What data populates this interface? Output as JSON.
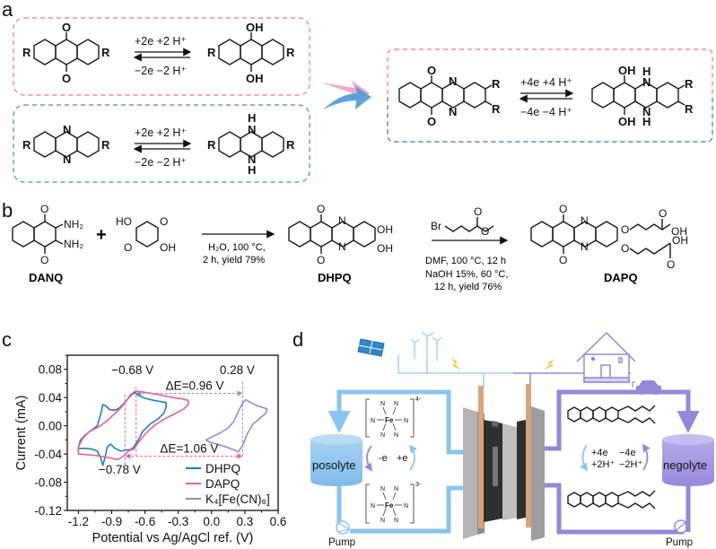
{
  "panels": {
    "a": {
      "letter": "a",
      "quinone_reaction": {
        "ox_atoms": [
          "O",
          "O"
        ],
        "red_atoms": [
          "OH",
          "OH"
        ],
        "substituent": "R",
        "forward": "+2e  +2 H⁺",
        "reverse": "−2e  −2 H⁺"
      },
      "phenazine_reaction": {
        "ox_atoms": [
          "N",
          "N"
        ],
        "red_atoms": [
          "H",
          "N",
          "N",
          "H"
        ],
        "substituent": "R",
        "forward": "+2e  +2 H⁺",
        "reverse": "−2e  −2 H⁺"
      },
      "combined_reaction": {
        "ox_atoms": [
          "O",
          "O",
          "N",
          "N"
        ],
        "red_atoms": [
          "OH",
          "OH",
          "H",
          "N",
          "N",
          "H"
        ],
        "substituent": "R",
        "forward": "+4e  +4 H⁺",
        "reverse": "−4e  −4 H⁺"
      }
    },
    "b": {
      "letter": "b",
      "reactant1": {
        "name": "DANQ",
        "groups": [
          "O",
          "O",
          "NH₂",
          "NH₂"
        ]
      },
      "plus": "+",
      "reactant2": {
        "groups": [
          "HO",
          "O",
          "O",
          "OH"
        ]
      },
      "step1": {
        "line1": "H₂O, 100 °C,",
        "line2": "2 h, yield 79%"
      },
      "intermediate": {
        "name": "DHPQ",
        "groups": [
          "O",
          "O",
          "N",
          "N",
          "OH",
          "OH"
        ]
      },
      "reagent": {
        "atoms": [
          "Br",
          "O",
          "O"
        ]
      },
      "step2": {
        "line1": "DMF, 100 °C, 12 h",
        "line2": "NaOH 15%, 60 °C,",
        "line3": "12 h, yield 76%"
      },
      "product": {
        "name": "DAPQ",
        "groups": [
          "O",
          "O",
          "N",
          "N",
          "O",
          "O",
          "O",
          "OH",
          "O",
          "OH"
        ]
      }
    },
    "c": {
      "letter": "c"
    },
    "d": {
      "letter": "d",
      "posolyte": "posolyte",
      "negolyte": "negolyte",
      "pump_left": "Pump",
      "pump_right": "Pump",
      "fe_top_charge": "4-",
      "fe_bottom_charge": "3-",
      "fe_center": "Fe",
      "fe_ligand": "N",
      "pos_ox": "-e",
      "pos_red": "+e",
      "neg_fwd_1": "+4e",
      "neg_fwd_2": "+2H⁺",
      "neg_rev_1": "−4e",
      "neg_rev_2": "−2H⁺",
      "icons": [
        "solar-panel",
        "wind-turbines",
        "lightning-bolt",
        "lightning-bolt",
        "house",
        "electric-car"
      ]
    }
  },
  "colors": {
    "pink": "#f7c5d6",
    "pink_dash": "#e8749b",
    "blue": "#a9d3ec",
    "blue_dash": "#3a8fc2",
    "dhpq": "#1f7fb8",
    "dapq": "#e8609a",
    "ferro": "#9a86d6",
    "posolyte": "#8cc4ee",
    "negolyte": "#a493e0",
    "purple_line": "#9886d9",
    "bolt": "#f4c21a"
  },
  "chart_data": {
    "type": "line",
    "title": "",
    "xlabel": "Potential vs Ag/AgCl ref. (V)",
    "ylabel": "Current (mA)",
    "xlim": [
      -1.3,
      0.6
    ],
    "ylim": [
      -0.12,
      0.1
    ],
    "xticks": [
      "-1.2",
      "-0.9",
      "-0.6",
      "-0.3",
      "0.0",
      "0.3",
      "0.6"
    ],
    "xtick_values": [
      -1.2,
      -0.9,
      -0.6,
      -0.3,
      0.0,
      0.3,
      0.6
    ],
    "yticks": [
      "0.08",
      "0.04",
      "0.00",
      "-0.04",
      "-0.08",
      "-0.12"
    ],
    "ytick_values": [
      0.08,
      0.04,
      0.0,
      -0.04,
      -0.08,
      -0.12
    ],
    "grid": false,
    "legend_position": "bottom-right",
    "series": [
      {
        "name": "DHPQ",
        "color": "#1f7fb8",
        "points": [
          [
            -1.2,
            -0.03
          ],
          [
            -1.18,
            -0.02
          ],
          [
            -1.13,
            -0.012
          ],
          [
            -1.08,
            -0.006
          ],
          [
            -1.03,
            0.0
          ],
          [
            -1.0,
            0.015
          ],
          [
            -0.98,
            0.03
          ],
          [
            -0.95,
            0.028
          ],
          [
            -0.92,
            0.023
          ],
          [
            -0.88,
            0.022
          ],
          [
            -0.84,
            0.024
          ],
          [
            -0.8,
            0.03
          ],
          [
            -0.76,
            0.037
          ],
          [
            -0.72,
            0.044
          ],
          [
            -0.69,
            0.047
          ],
          [
            -0.66,
            0.043
          ],
          [
            -0.6,
            0.039
          ],
          [
            -0.52,
            0.036
          ],
          [
            -0.45,
            0.034
          ],
          [
            -0.41,
            0.033
          ],
          [
            -0.41,
            0.026
          ],
          [
            -0.43,
            0.018
          ],
          [
            -0.48,
            0.01
          ],
          [
            -0.55,
            0.003
          ],
          [
            -0.62,
            -0.008
          ],
          [
            -0.66,
            -0.02
          ],
          [
            -0.7,
            -0.03
          ],
          [
            -0.73,
            -0.034
          ],
          [
            -0.76,
            -0.034
          ],
          [
            -0.82,
            -0.036
          ],
          [
            -0.87,
            -0.032
          ],
          [
            -0.91,
            -0.026
          ],
          [
            -0.94,
            -0.03
          ],
          [
            -0.96,
            -0.045
          ],
          [
            -0.98,
            -0.056
          ],
          [
            -1.0,
            -0.045
          ],
          [
            -1.03,
            -0.036
          ],
          [
            -1.08,
            -0.033
          ],
          [
            -1.14,
            -0.032
          ],
          [
            -1.2,
            -0.032
          ]
        ]
      },
      {
        "name": "DAPQ",
        "color": "#e8609a",
        "points": [
          [
            -1.2,
            -0.04
          ],
          [
            -1.2,
            -0.03
          ],
          [
            -1.16,
            -0.018
          ],
          [
            -1.1,
            -0.008
          ],
          [
            -1.02,
            -0.002
          ],
          [
            -0.95,
            0.006
          ],
          [
            -0.88,
            0.016
          ],
          [
            -0.82,
            0.025
          ],
          [
            -0.77,
            0.035
          ],
          [
            -0.73,
            0.044
          ],
          [
            -0.69,
            0.049
          ],
          [
            -0.62,
            0.048
          ],
          [
            -0.5,
            0.045
          ],
          [
            -0.38,
            0.041
          ],
          [
            -0.26,
            0.038
          ],
          [
            -0.21,
            0.036
          ],
          [
            -0.21,
            0.03
          ],
          [
            -0.25,
            0.024
          ],
          [
            -0.32,
            0.018
          ],
          [
            -0.42,
            0.01
          ],
          [
            -0.52,
            0.0
          ],
          [
            -0.6,
            -0.012
          ],
          [
            -0.66,
            -0.024
          ],
          [
            -0.7,
            -0.033
          ],
          [
            -0.75,
            -0.036
          ],
          [
            -0.8,
            -0.044
          ],
          [
            -0.85,
            -0.048
          ],
          [
            -0.9,
            -0.046
          ],
          [
            -0.97,
            -0.044
          ],
          [
            -1.05,
            -0.042
          ],
          [
            -1.12,
            -0.041
          ],
          [
            -1.2,
            -0.04
          ]
        ]
      },
      {
        "name": "K₄[Fe(CN)₆]",
        "color": "#9a86d6",
        "points": [
          [
            -0.05,
            -0.02
          ],
          [
            0.0,
            -0.016
          ],
          [
            0.08,
            -0.01
          ],
          [
            0.15,
            -0.003
          ],
          [
            0.2,
            0.006
          ],
          [
            0.24,
            0.02
          ],
          [
            0.28,
            0.032
          ],
          [
            0.31,
            0.037
          ],
          [
            0.35,
            0.033
          ],
          [
            0.42,
            0.028
          ],
          [
            0.5,
            0.024
          ],
          [
            0.49,
            0.018
          ],
          [
            0.43,
            0.01
          ],
          [
            0.37,
            0.002
          ],
          [
            0.32,
            -0.012
          ],
          [
            0.28,
            -0.028
          ],
          [
            0.24,
            -0.037
          ],
          [
            0.2,
            -0.034
          ],
          [
            0.13,
            -0.03
          ],
          [
            0.05,
            -0.026
          ],
          [
            -0.02,
            -0.023
          ],
          [
            -0.05,
            -0.02
          ]
        ]
      }
    ],
    "annotations": [
      {
        "text": "−0.68 V",
        "x": -0.68,
        "type": "peak-potential"
      },
      {
        "text": "0.28 V",
        "x": 0.28,
        "type": "peak-potential"
      },
      {
        "text": "−0.78 V",
        "x": -0.78,
        "type": "peak-potential"
      },
      {
        "text": "ΔE=0.96 V",
        "from": -0.68,
        "to": 0.28,
        "y": 0.046,
        "color": "#9a86d6"
      },
      {
        "text": "ΔE=1.06 V",
        "from": -0.78,
        "to": 0.28,
        "y": -0.043,
        "color": "#e8609a"
      }
    ],
    "guide_lines": [
      {
        "x": -0.68,
        "y_from": -0.043,
        "y_to": 0.055,
        "color": "#e8609a"
      },
      {
        "x": -0.78,
        "y_from": -0.055,
        "y_to": 0.046,
        "color": "#e8609a"
      },
      {
        "x": 0.28,
        "y_from": -0.043,
        "y_to": 0.062,
        "color": "#9a86d6"
      }
    ]
  }
}
